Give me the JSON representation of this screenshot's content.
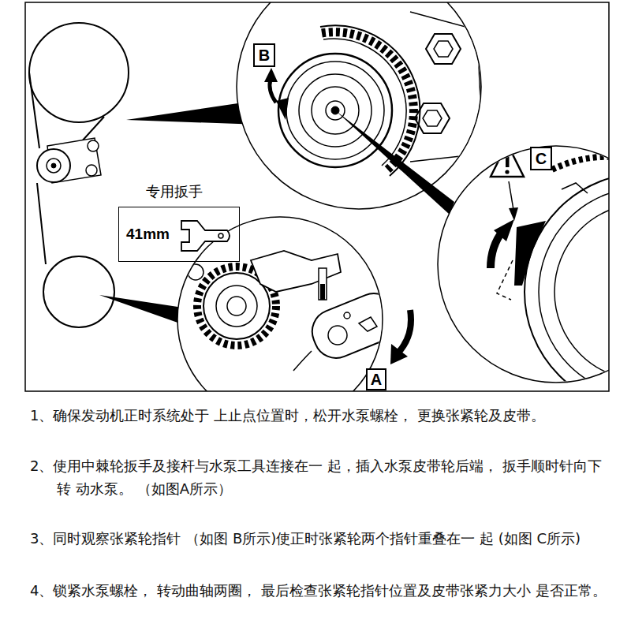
{
  "diagram": {
    "nodes": [
      {
        "text": [
          "B"
        ]
      },
      {
        "text": [
          "C"
        ]
      },
      {
        "text": [
          "专用扳手",
          "41mm"
        ]
      },
      {
        "text": [
          "A"
        ]
      }
    ],
    "labels": [
      "1、确保发动机正时系统处于 上止点位置时，松开水泵螺栓， 更换张紧轮及皮带。",
      "2、使用中棘轮扳手及接杆与水泵工具连接在一 起，插入水泵皮带轮后端， 扳手顺时针向下转 动水泵。 （如图A所示）",
      "3、同时观察张紧轮指针 （如图 B所示)使正时张紧轮两个指针重叠在一 起 (如图 C所示)",
      "4、锁紧水泵螺栓， 转动曲轴两圈， 最后检查张紧轮指针位置及皮带张紧力大小 是否正常。"
    ]
  }
}
